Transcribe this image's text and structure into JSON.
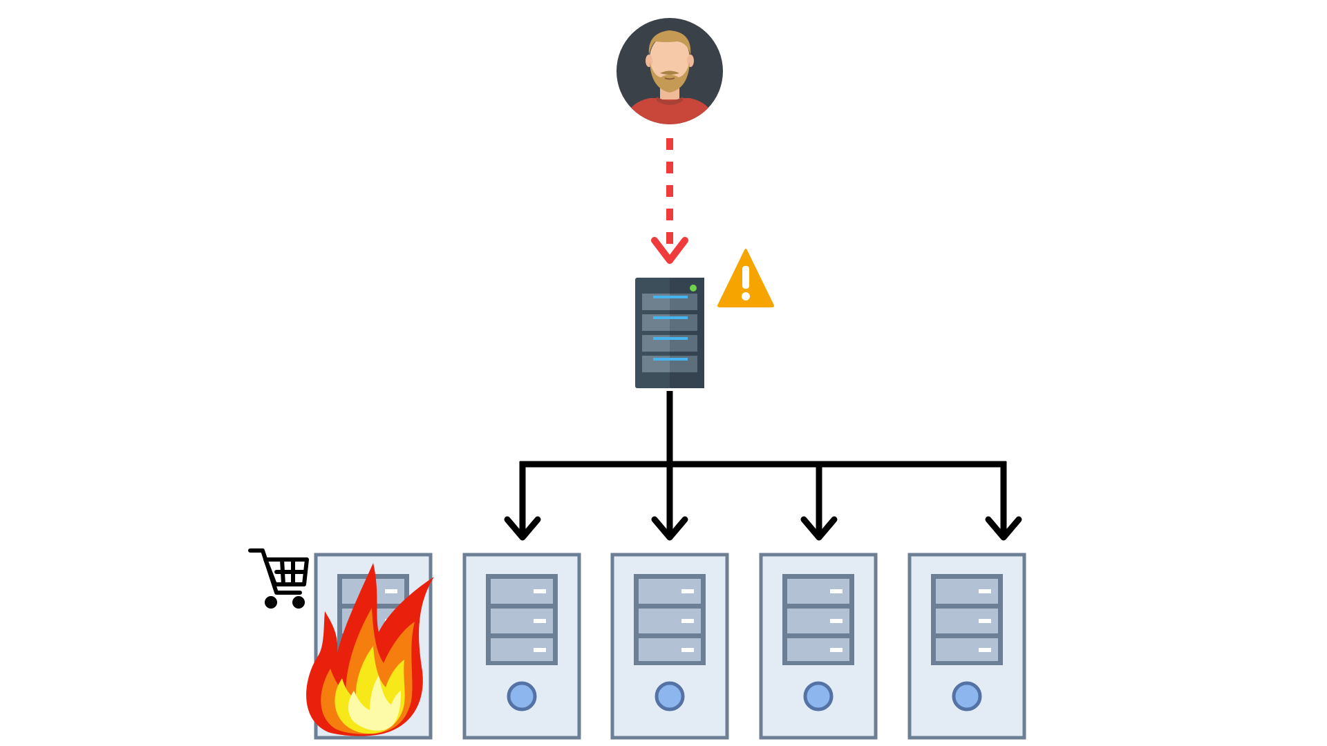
{
  "diagram": {
    "user": {
      "icon": "bearded-man-avatar-icon"
    },
    "request_arrow": {
      "style": "dashed",
      "color": "#ef3b3b"
    },
    "load_balancer": {
      "icon": "rack-server-icon",
      "status_icon": "warning-icon",
      "status_color": "#f5a400"
    },
    "connector_color": "#000000",
    "backend_servers": [
      {
        "id": "server-1",
        "status": "on-fire",
        "badges": [
          "shopping-cart-icon",
          "fire-icon"
        ]
      },
      {
        "id": "server-2",
        "status": "normal",
        "badges": []
      },
      {
        "id": "server-3",
        "status": "normal",
        "badges": []
      },
      {
        "id": "server-4",
        "status": "normal",
        "badges": []
      },
      {
        "id": "server-5",
        "status": "normal",
        "badges": []
      }
    ],
    "colors": {
      "server_body": "#e3ecf5",
      "server_outline": "#6d7f94",
      "drive_bay": "#b2c1d4",
      "power_button": "#8db6ee",
      "rack_dark": "#3e4f5c",
      "rack_led": "#46b4ee"
    }
  }
}
